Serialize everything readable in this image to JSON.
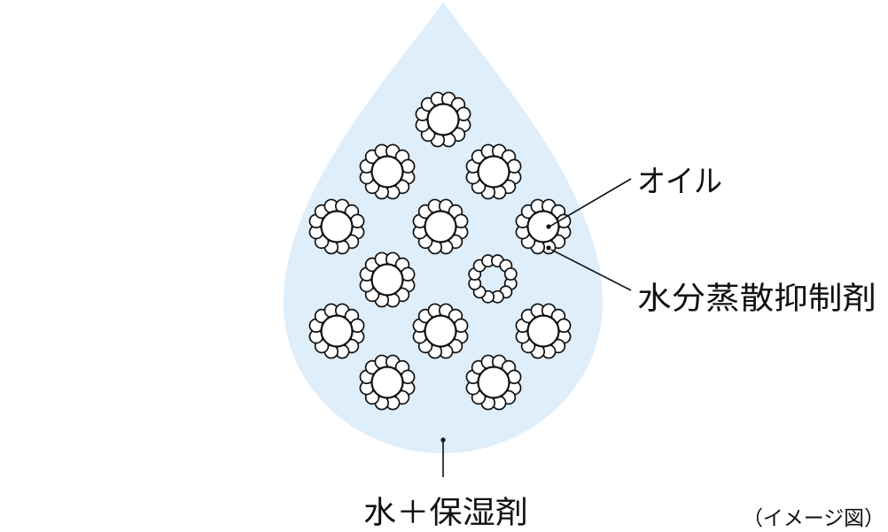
{
  "labels": {
    "oil": "オイル",
    "evaporation_inhibitor": "水分蒸散抑制剤",
    "water_humectant": "水＋保湿剤",
    "caption": "（イメージ図）"
  },
  "colors": {
    "droplet": "#deeefa",
    "outline": "#111111",
    "molecule_fill": "#ffffff"
  }
}
